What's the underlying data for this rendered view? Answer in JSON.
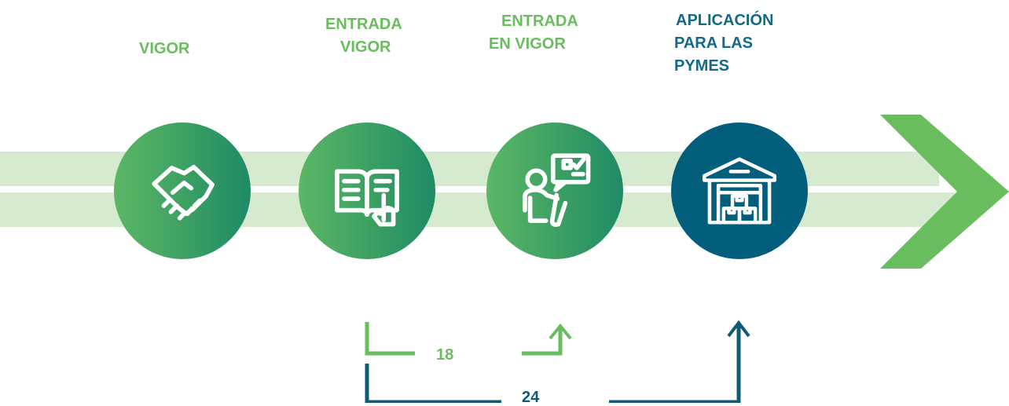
{
  "milestones": [
    {
      "lines": [
        "VIGOR"
      ],
      "icon": "handshake-icon",
      "color": "#5cb765"
    },
    {
      "lines": [
        "ENTRADA",
        "VIGOR"
      ],
      "icon": "open-book-icon",
      "color": "#5cb765"
    },
    {
      "lines": [
        "ENTRADA",
        "EN VIGOR"
      ],
      "icon": "presenter-checklist-icon",
      "color": "#5cb765"
    },
    {
      "lines": [
        "APLICACIÓN",
        "PARA LAS",
        "PYMES"
      ],
      "icon": "warehouse-icon",
      "color": "#035e7c"
    }
  ],
  "durations": {
    "short": "18",
    "long": "24"
  },
  "colors": {
    "green": "#6abd5e",
    "band": "#d6ead0",
    "blue": "#035e7c"
  }
}
